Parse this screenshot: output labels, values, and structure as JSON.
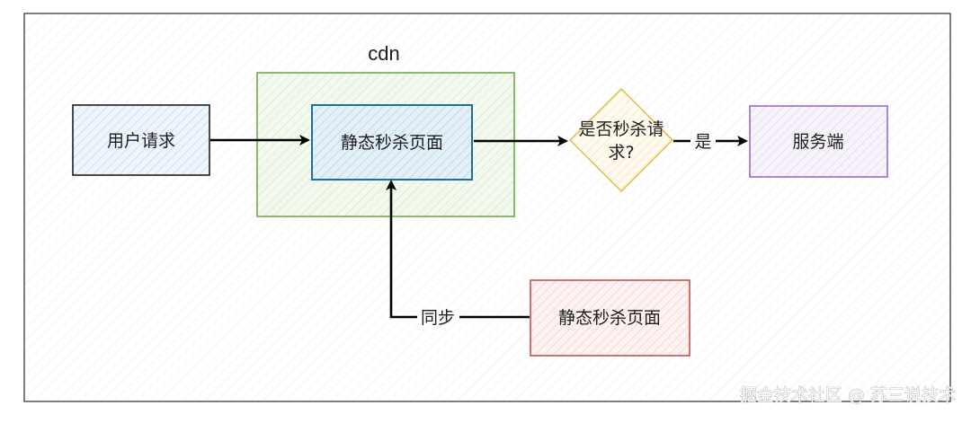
{
  "diagram": {
    "nodes": {
      "user_request": {
        "label": "用户请求",
        "fill": "#e7f1fb",
        "stroke": "#1e1e1e"
      },
      "cdn_group": {
        "label": "cdn",
        "fill": "#eef6e6",
        "stroke": "#6cab4e"
      },
      "cdn_static_page": {
        "label": "静态秒杀页面",
        "fill": "#dcebf4",
        "stroke": "#1f6f96"
      },
      "decision": {
        "label_line1": "是否秒杀请",
        "label_line2": "求?",
        "fill": "#fdf6e2",
        "stroke": "#e4bf5b"
      },
      "server": {
        "label": "服务端",
        "fill": "#f3eef9",
        "stroke": "#9a6ac4"
      },
      "origin_static_page": {
        "label": "静态秒杀页面",
        "fill": "#fbecec",
        "stroke": "#c8504f"
      }
    },
    "edges": {
      "decision_to_server": {
        "label": "是"
      },
      "sync": {
        "label": "同步"
      }
    }
  },
  "watermark": {
    "text": "掘金技术社区 @ 苏三说技术"
  },
  "colors": {
    "frame": "#3a3a3a",
    "arrow": "#000000",
    "background": "#ffffff"
  }
}
